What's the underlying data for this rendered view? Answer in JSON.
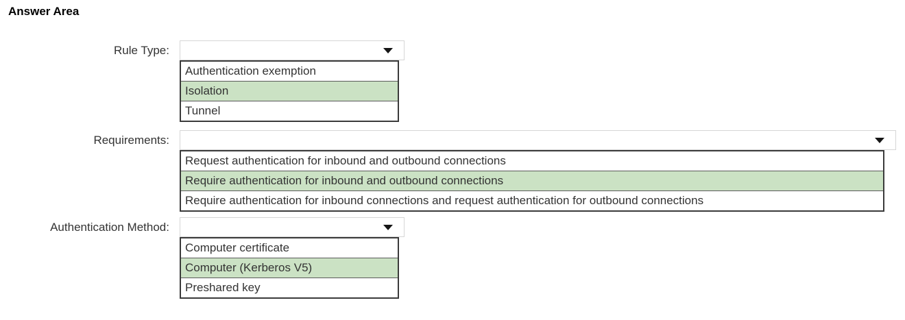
{
  "title": "Answer Area",
  "colors": {
    "highlight_green": "#cbe2c4",
    "list_border": "#3a3a3a",
    "select_border": "#d6d6d6",
    "text": "#333333"
  },
  "questions": [
    {
      "label": "Rule Type:",
      "selected_value": "",
      "options": [
        {
          "text": "Authentication exemption",
          "highlighted": false
        },
        {
          "text": "Isolation",
          "highlighted": true
        },
        {
          "text": "Tunnel",
          "highlighted": false
        }
      ]
    },
    {
      "label": "Requirements:",
      "selected_value": "",
      "options": [
        {
          "text": "Request authentication for inbound and outbound connections",
          "highlighted": false
        },
        {
          "text": "Require authentication for inbound and outbound connections",
          "highlighted": true
        },
        {
          "text": "Require authentication for inbound connections and request authentication for outbound connections",
          "highlighted": false
        }
      ]
    },
    {
      "label": "Authentication Method:",
      "selected_value": "",
      "options": [
        {
          "text": "Computer certificate",
          "highlighted": false
        },
        {
          "text": "Computer (Kerberos V5)",
          "highlighted": true
        },
        {
          "text": "Preshared key",
          "highlighted": false
        }
      ]
    }
  ]
}
